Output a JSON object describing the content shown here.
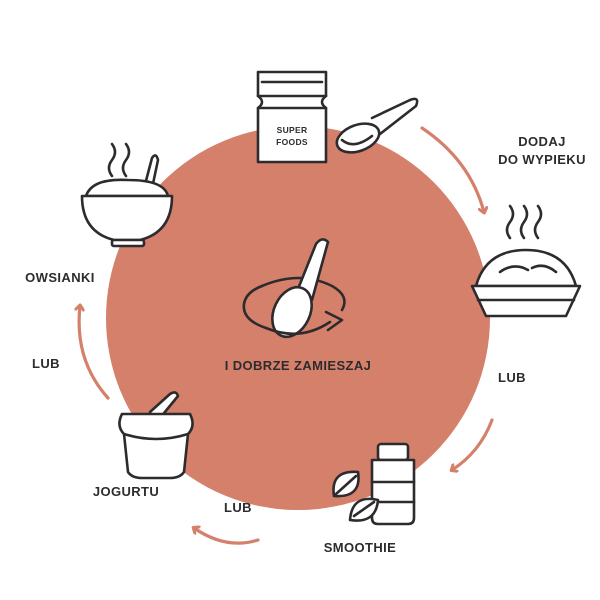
{
  "colors": {
    "circle": "#D4806A",
    "arrow": "#D4806A",
    "line": "#2E2B2E"
  },
  "center": {
    "label": "I DOBRZE ZAMIESZAJ",
    "icon": "spoon-stirring-icon"
  },
  "package": {
    "line1": "SUPER",
    "line2": "FOODS",
    "icon": "superfoods-package-icon"
  },
  "steps": [
    {
      "id": "bake",
      "label_line1": "DODAJ",
      "label_line2": "DO WYPIEKU",
      "icon": "pie-icon"
    },
    {
      "id": "smoothie",
      "label": "SMOOTHIE",
      "icon": "smoothie-jar-icon"
    },
    {
      "id": "yogurt",
      "label": "JOGURTU",
      "icon": "yogurt-cup-icon"
    },
    {
      "id": "oatmeal",
      "label": "OWSIANKI",
      "icon": "oatmeal-bowl-icon"
    }
  ],
  "connectors": [
    "LUB",
    "LUB",
    "LUB"
  ]
}
